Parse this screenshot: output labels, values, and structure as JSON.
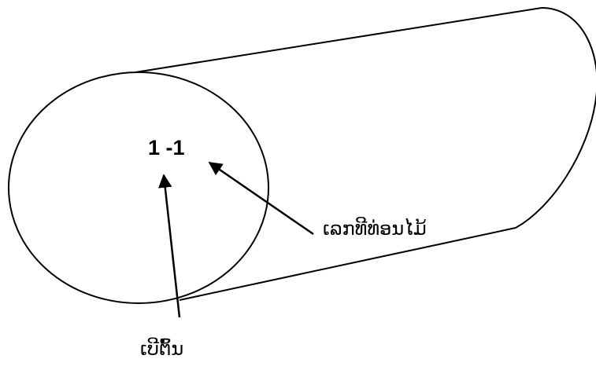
{
  "diagram": {
    "center_label": "1 -1",
    "log_number_label": "ເລກທີທ່ອນໄມ້",
    "tree_number_label": "ເບີຕົ້ນ",
    "stroke_color": "#000000",
    "background_color": "#ffffff"
  }
}
